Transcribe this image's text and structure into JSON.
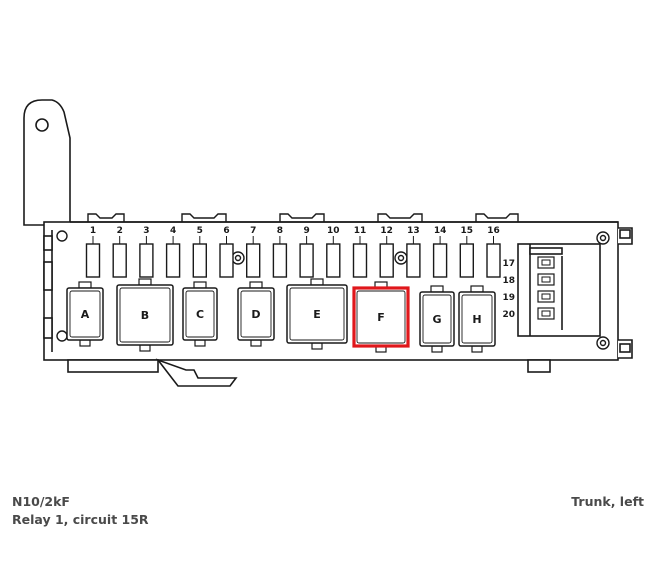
{
  "diagram": {
    "fuse_numbers": [
      "1",
      "2",
      "3",
      "4",
      "5",
      "6",
      "7",
      "8",
      "9",
      "10",
      "11",
      "12",
      "13",
      "14",
      "15",
      "16"
    ],
    "side_numbers": [
      "17",
      "18",
      "19",
      "20"
    ],
    "relays": [
      {
        "label": "A"
      },
      {
        "label": "B"
      },
      {
        "label": "C"
      },
      {
        "label": "D"
      },
      {
        "label": "E"
      },
      {
        "label": "F",
        "highlighted": true
      },
      {
        "label": "G"
      },
      {
        "label": "H"
      }
    ],
    "highlight_color": "#e0171b",
    "line_color": "#1a1a1a"
  },
  "caption": {
    "component_code": "N10/2kF",
    "description": "Relay 1, circuit 15R",
    "location": "Trunk, left"
  }
}
